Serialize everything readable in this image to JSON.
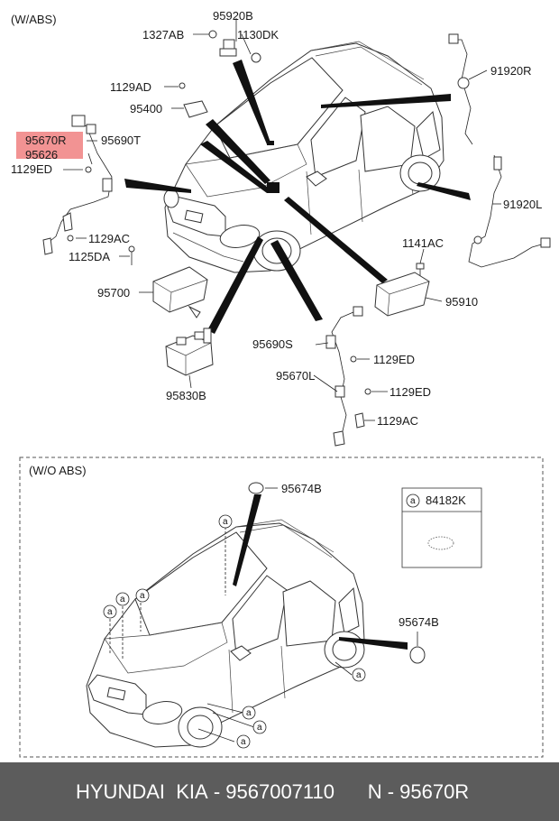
{
  "section_top": {
    "caption": "(W/ABS)",
    "parts": {
      "p95920B": "95920B",
      "p1327AB": "1327AB",
      "p1130DK": "1130DK",
      "p91920R": "91920R",
      "p1129AD": "1129AD",
      "p95400": "95400",
      "p95670R": "95670R",
      "p95626": "95626",
      "p95690T": "95690T",
      "p1129ED_a": "1129ED",
      "p91920L": "91920L",
      "p1141AC": "1141AC",
      "p1129AC_a": "1129AC",
      "p1125DA": "1125DA",
      "p95700": "95700",
      "p95910": "95910",
      "p95690S": "95690S",
      "p1129ED_b": "1129ED",
      "p95670L": "95670L",
      "p1129ED_c": "1129ED",
      "p1129AC_b": "1129AC",
      "p95830B": "95830B"
    }
  },
  "section_bottom": {
    "caption": "(W/O ABS)",
    "parts": {
      "p95674B_a": "95674B",
      "p95674B_b": "95674B"
    },
    "callout_letter": "a",
    "legend": {
      "letter": "a",
      "part": "84182K"
    }
  },
  "highlight_color": "#f08080",
  "footer": {
    "brand": "HYUNDAI  KIA",
    "separator": " - ",
    "part_number": "9567007110",
    "gap": "      ",
    "suffix": "N - 95670R"
  }
}
